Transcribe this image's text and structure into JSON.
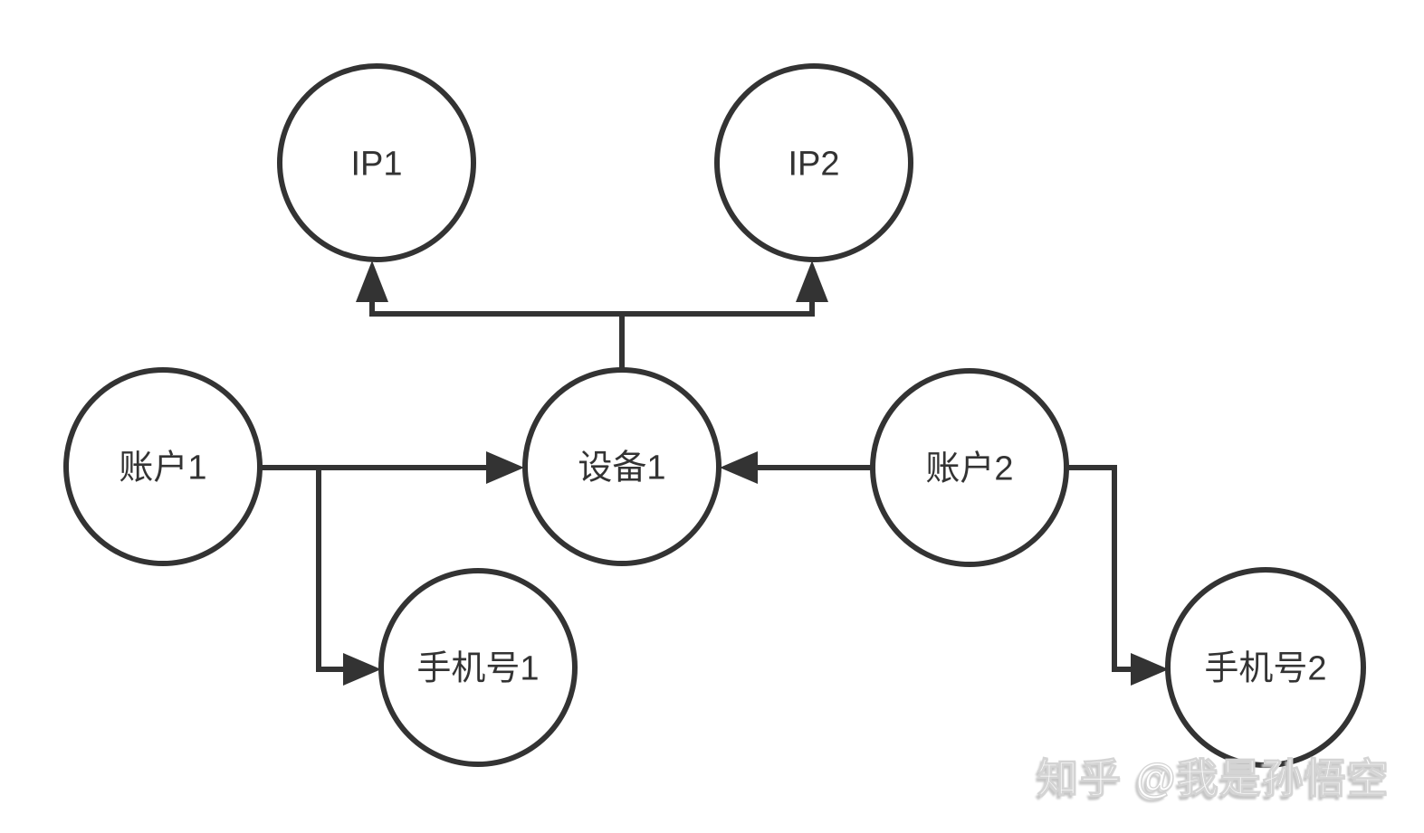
{
  "diagram": {
    "title": "account-device-relationship-graph",
    "colors": {
      "background": "#ffffff",
      "stroke": "#333333",
      "node_fill": "#ffffff",
      "text": "#333333"
    },
    "nodes": [
      {
        "id": "ip1",
        "label": "IP1"
      },
      {
        "id": "ip2",
        "label": "IP2"
      },
      {
        "id": "account1",
        "label": "账户1"
      },
      {
        "id": "device1",
        "label": "设备1"
      },
      {
        "id": "account2",
        "label": "账户2"
      },
      {
        "id": "phone1",
        "label": "手机号1"
      },
      {
        "id": "phone2",
        "label": "手机号2"
      }
    ],
    "edges": [
      {
        "from": "设备1",
        "to": "IP1",
        "style": "orthogonal-arrow"
      },
      {
        "from": "设备1",
        "to": "IP2",
        "style": "orthogonal-arrow"
      },
      {
        "from": "账户1",
        "to": "设备1",
        "style": "straight-arrow"
      },
      {
        "from": "账户1",
        "to": "手机号1",
        "style": "orthogonal-arrow"
      },
      {
        "from": "账户2",
        "to": "设备1",
        "style": "straight-arrow"
      },
      {
        "from": "账户2",
        "to": "手机号2",
        "style": "orthogonal-arrow"
      }
    ]
  },
  "watermark": {
    "text": "知乎 @我是孙悟空",
    "color": "#ffffff",
    "shadow_color": "#c6c6c6"
  }
}
